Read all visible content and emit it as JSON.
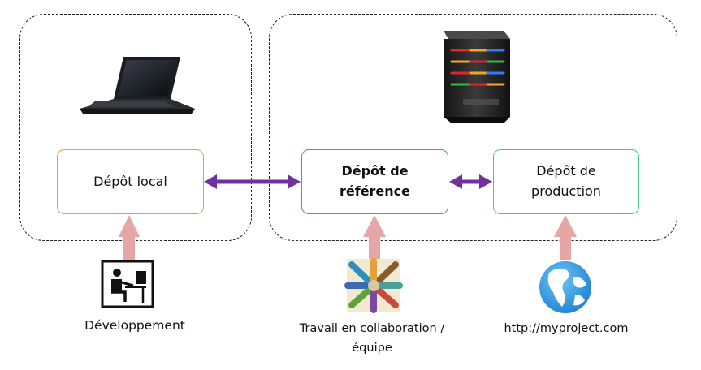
{
  "repositories": {
    "local": {
      "label": "Dépôt local"
    },
    "reference": {
      "label": "Dépôt de référence"
    },
    "production": {
      "label": "Dépôt de production"
    }
  },
  "sources": {
    "development": {
      "label": "Développement",
      "icon": "developer-at-desk-icon"
    },
    "collaboration": {
      "label": "Travail en collaboration / équipe",
      "icon": "team-hands-icon"
    },
    "production_url": {
      "label": "http://myproject.com",
      "icon": "globe-icon"
    }
  },
  "illustrations": {
    "local_machine": "laptop-icon",
    "remote_server": "server-icon"
  },
  "colors": {
    "sync_arrow": "#7030a0",
    "input_arrow": "#e6a6a6",
    "local_border": "#e69a55",
    "reference_border": "#4a8fd2",
    "production_border": "#4fc48a",
    "zone_border": "#222222"
  }
}
